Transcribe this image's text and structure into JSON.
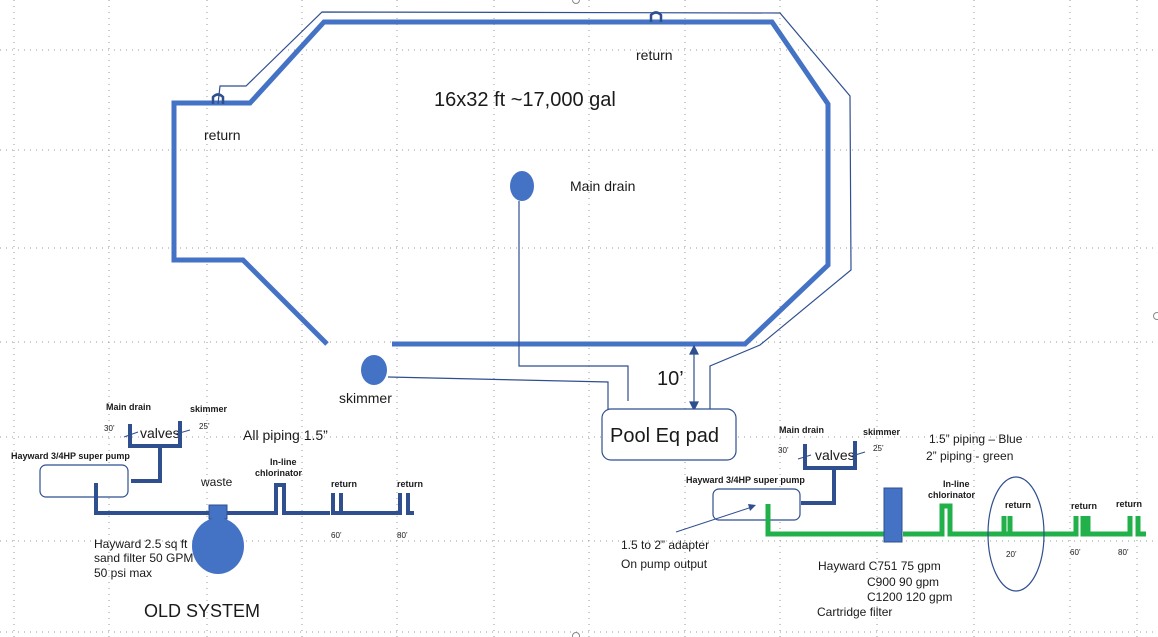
{
  "colors": {
    "pipe_blue": "#4472c4",
    "pipe_dark": "#2f4f8f",
    "pipe_green": "#22b04a",
    "outline": "#2f4f8f",
    "grid_dot": "#9a9a9a"
  },
  "pool": {
    "size_label": "16x32 ft  ~17,000 gal",
    "return_left": "return",
    "return_top": "return",
    "main_drain": "Main drain",
    "skimmer": "skimmer",
    "distance": "10’",
    "equipment_pad": "Pool Eq pad"
  },
  "old_system": {
    "title": "OLD SYSTEM",
    "main_drain": "Main drain",
    "skimmer": "skimmer",
    "md_length": "30’",
    "sk_length": "25’",
    "valves": "valves",
    "piping_note": "All piping 1.5”",
    "pump": "Hayward 3/4HP super pump",
    "waste": "waste",
    "chlorinator_line1": "In-line",
    "chlorinator_line2": "chlorinator",
    "return_1": "return",
    "return_2": "return",
    "len_1": "60’",
    "len_2": "80’",
    "filter_line1": "Hayward 2.5 sq ft",
    "filter_line2": "sand filter 50 GPM",
    "filter_line3": "50 psi max"
  },
  "new_system": {
    "main_drain": "Main drain",
    "skimmer": "skimmer",
    "md_length": "30’",
    "sk_length": "25’",
    "valves": "valves",
    "piping_blue": "1.5” piping – Blue",
    "piping_green": "2” piping   - green",
    "pump": "Hayward 3/4HP super pump",
    "chlorinator_line1": "In-line",
    "chlorinator_line2": "chlorinator",
    "return_1": "return",
    "return_2": "return",
    "return_3": "return",
    "len_1": "20’",
    "len_2": "60’",
    "len_3": "80’",
    "adapter_line1": "1.5 to 2” adapter",
    "adapter_line2": "On pump output",
    "filter_line1": "Hayward C751  75 gpm",
    "filter_line2": "C900  90 gpm",
    "filter_line3": "C1200  120 gpm",
    "filter_line4": "Cartridge filter"
  }
}
